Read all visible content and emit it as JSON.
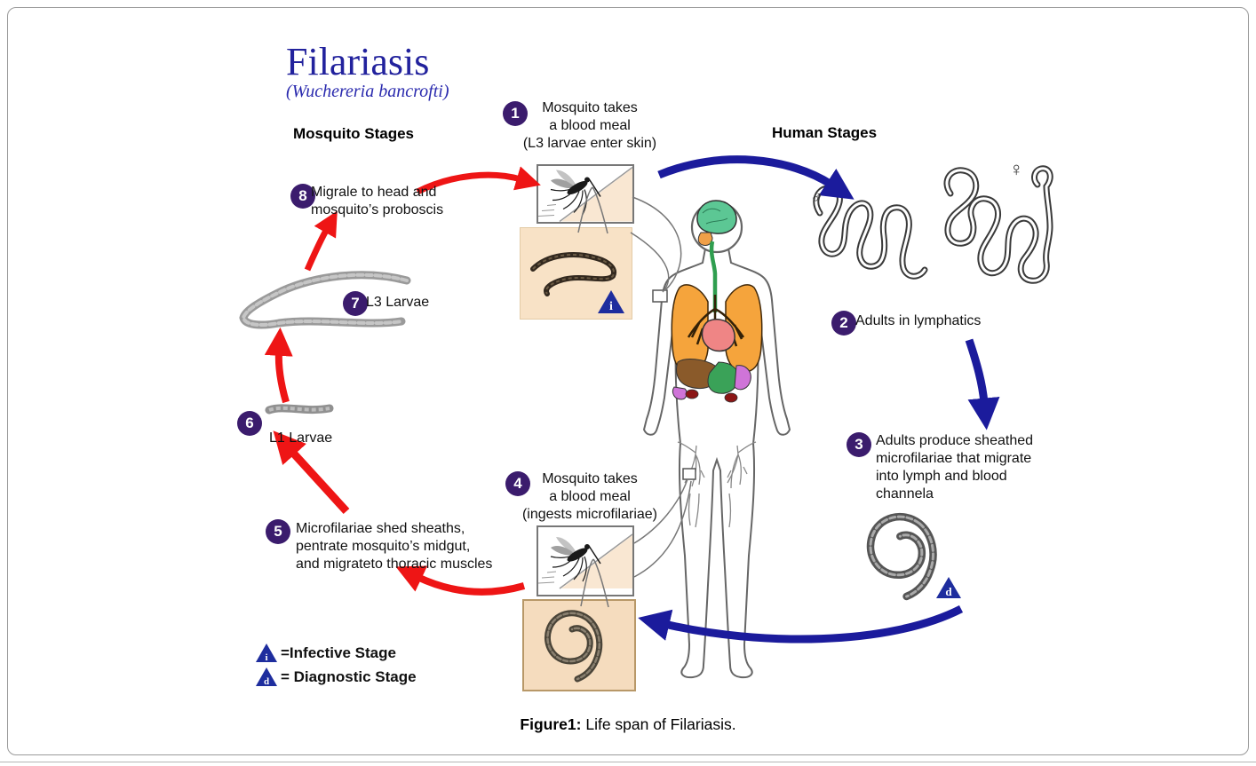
{
  "title": {
    "text": "Filariasis",
    "subtitle": "(Wuchereria bancrofti)"
  },
  "headings": {
    "mosquito": "Mosquito Stages",
    "human": "Human Stages"
  },
  "stages": [
    {
      "num": "1",
      "text": "Mosquito takes\na blood meal\n(L3 larvae enter skin)"
    },
    {
      "num": "2",
      "text": "Adults in lymphatics"
    },
    {
      "num": "3",
      "text": "Adults produce sheathed\nmicrofilariae that migrate\ninto lymph and blood\nchannela"
    },
    {
      "num": "4",
      "text": "Mosquito takes\na blood meal\n(ingests microfilariae)"
    },
    {
      "num": "5",
      "text": "Microfilariae shed sheaths,\npentrate mosquito’s midgut,\nand migrateto thoracic muscles"
    },
    {
      "num": "6",
      "text": "L1 Larvae"
    },
    {
      "num": "7",
      "text": "L3 Larvae"
    },
    {
      "num": "8",
      "text": "Migrale to head and\nmosquito’s proboscis"
    }
  ],
  "symbols": {
    "male": "♂",
    "female": "♀",
    "infective_letter": "i",
    "diagnostic_letter": "d"
  },
  "legend": {
    "infective": "=Infective Stage",
    "diagnostic": "= Diagnostic Stage"
  },
  "caption": {
    "label": "Figure1:",
    "text": " Life span of Filariasis."
  },
  "colors": {
    "arrow_red": "#ee1515",
    "arrow_blue": "#1b1b9c",
    "stage_circle": "#3b1c6d",
    "title_blue": "#22229d",
    "peach_box": "#f8e2c6",
    "brain_green": "#5cc794",
    "lung_orange": "#f5a43c"
  }
}
